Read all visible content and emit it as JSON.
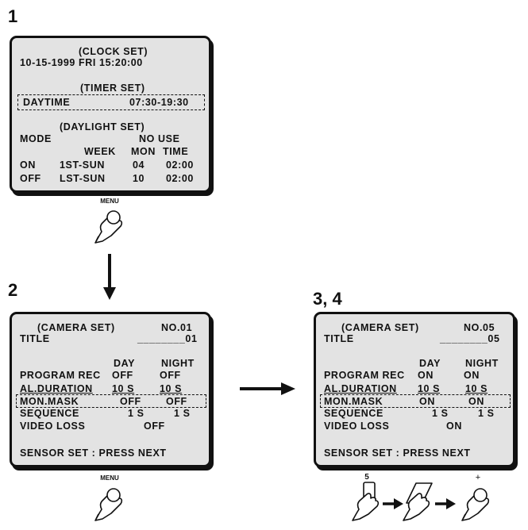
{
  "steps": {
    "s1": "1",
    "s2": "2",
    "s34": "3, 4"
  },
  "screen1": {
    "clock_title": "(CLOCK SET)",
    "clock_value": "10-15-1999 FRI 15:20:00",
    "timer_title": "(TIMER SET)",
    "timer_label": "DAYTIME",
    "timer_value": "07:30-19:30",
    "daylight_title": "(DAYLIGHT SET)",
    "mode_label": "MODE",
    "mode_value": "NO USE",
    "col_week": "WEEK",
    "col_mon": "MON",
    "col_time": "TIME",
    "rows": [
      {
        "name": "ON",
        "week": "1ST-SUN",
        "mon": "04",
        "time": "02:00"
      },
      {
        "name": "OFF",
        "week": "LST-SUN",
        "mon": "10",
        "time": "02:00"
      }
    ]
  },
  "screen2": {
    "title": "(CAMERA SET)",
    "camera_no": "NO.01",
    "title_label": "TITLE",
    "title_value": "________01",
    "col_day": "DAY",
    "col_night": "NIGHT",
    "program_rec": {
      "label": "PROGRAM REC",
      "day": "OFF",
      "night": "OFF"
    },
    "al_duration": {
      "label": "AL.DURATION",
      "day": "10 S",
      "night": "10 S"
    },
    "mon_mask": {
      "label": "MON.MASK",
      "day": "OFF",
      "night": "OFF"
    },
    "sequence": {
      "label": "SEQUENCE",
      "day": "1 S",
      "night": "1 S"
    },
    "video_loss": {
      "label": "VIDEO LOSS",
      "value": "OFF"
    },
    "footer": "SENSOR SET : PRESS NEXT"
  },
  "screen3": {
    "title": "(CAMERA SET)",
    "camera_no": "NO.05",
    "title_label": "TITLE",
    "title_value": "________05",
    "col_day": "DAY",
    "col_night": "NIGHT",
    "program_rec": {
      "label": "PROGRAM REC",
      "day": "ON",
      "night": "ON"
    },
    "al_duration": {
      "label": "AL.DURATION",
      "day": "10 S",
      "night": "10 S"
    },
    "mon_mask": {
      "label": "MON.MASK",
      "day": "ON",
      "night": "ON"
    },
    "sequence": {
      "label": "SEQUENCE",
      "day": "1 S",
      "night": "1 S"
    },
    "video_loss": {
      "label": "VIDEO LOSS",
      "value": "ON"
    },
    "footer": "SENSOR SET : PRESS NEXT"
  },
  "buttons": {
    "menu1": "MENU",
    "menu2": "MENU",
    "key5": "5",
    "plus": "+"
  },
  "icons": [
    "finger-press-icon",
    "arrow-down-icon",
    "arrow-right-icon"
  ]
}
